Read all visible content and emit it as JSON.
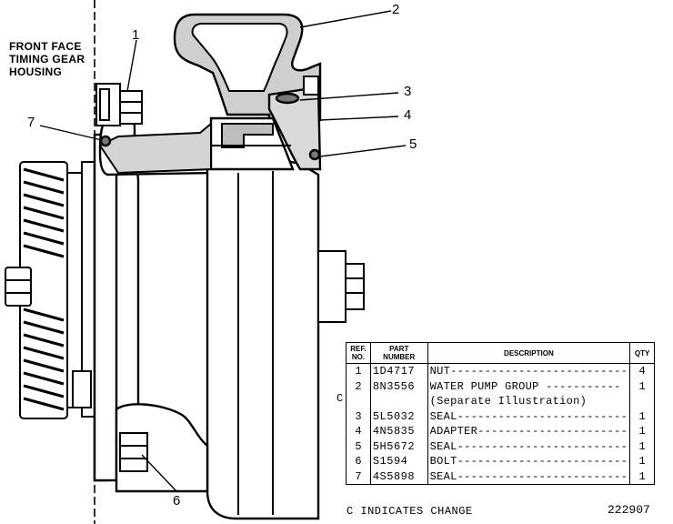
{
  "housing_label": [
    "FRONT FACE",
    "TIMING GEAR",
    "HOUSING"
  ],
  "callouts": [
    "1",
    "2",
    "3",
    "4",
    "5",
    "6",
    "7"
  ],
  "table": {
    "headers": {
      "ref": [
        "REF.",
        "NO."
      ],
      "part": [
        "PART",
        "NUMBER"
      ],
      "desc": "DESCRIPTION",
      "qty": "QTY"
    },
    "rows": [
      {
        "ref": "1",
        "part": "1D4717",
        "desc": "NUT--------------------------",
        "qty": "4",
        "change": ""
      },
      {
        "ref": "2",
        "part": "8N3556",
        "desc": "WATER PUMP GROUP -----------",
        "qty": "1",
        "change": "C"
      },
      {
        "ref": "",
        "part": "",
        "desc": "(Separate Illustration)",
        "qty": "",
        "change": ""
      },
      {
        "ref": "3",
        "part": "5L5032",
        "desc": "SEAL-------------------------",
        "qty": "1",
        "change": ""
      },
      {
        "ref": "4",
        "part": "4N5835",
        "desc": "ADAPTER----------------------",
        "qty": "1",
        "change": ""
      },
      {
        "ref": "5",
        "part": "5H5672",
        "desc": "SEAL-------------------------",
        "qty": "1",
        "change": ""
      },
      {
        "ref": "6",
        "part": "S1594",
        "desc": "BOLT-------------------------",
        "qty": "1",
        "change": ""
      },
      {
        "ref": "7",
        "part": "4S5898",
        "desc": "SEAL-------------------------",
        "qty": "1",
        "change": ""
      }
    ]
  },
  "footer_note": "C INDICATES CHANGE",
  "drawing_number": "222907"
}
